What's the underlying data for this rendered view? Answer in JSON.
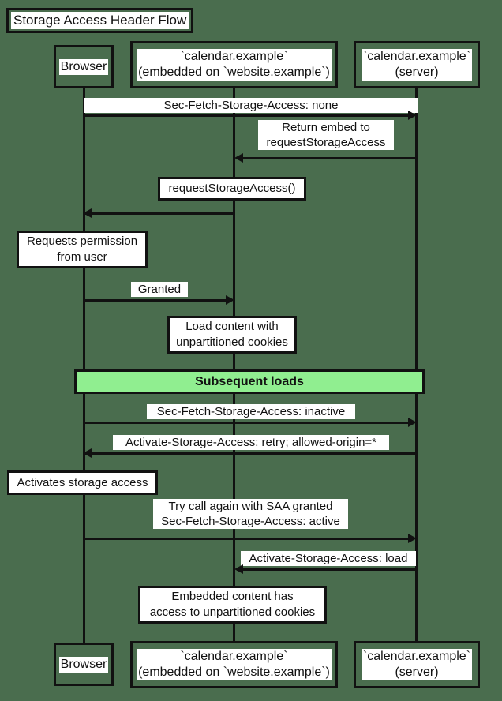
{
  "diagram": {
    "title": "Storage Access Header Flow",
    "background_color": "#4a6d4e",
    "accent_color": "#90ee90",
    "line_color": "#111111",
    "participants": [
      {
        "id": "browser",
        "label": "Browser"
      },
      {
        "id": "embed",
        "label": "`calendar.example`\n(embedded on `website.example`)"
      },
      {
        "id": "server",
        "label": "`calendar.example`\n(server)"
      }
    ],
    "messages": [
      {
        "id": "m1",
        "label": "Sec-Fetch-Storage-Access: none",
        "from": "embed",
        "to": "server",
        "direction": "right"
      },
      {
        "id": "m2",
        "label": "Return embed to\nrequestStorageAccess",
        "from": "server",
        "to": "embed",
        "direction": "left"
      },
      {
        "id": "m3",
        "label": "requestStorageAccess()",
        "from": "embed",
        "to": "browser",
        "direction": "left",
        "boxed": "true"
      },
      {
        "id": "m4",
        "label": "Granted",
        "from": "browser",
        "to": "embed",
        "direction": "right"
      },
      {
        "id": "m5",
        "label": "Sec-Fetch-Storage-Access: inactive",
        "from": "browser",
        "to": "server",
        "direction": "right"
      },
      {
        "id": "m6",
        "label": "Activate-Storage-Access: retry; allowed-origin=*",
        "from": "server",
        "to": "browser",
        "direction": "left"
      },
      {
        "id": "m7",
        "label": "Try call again with SAA granted\nSec-Fetch-Storage-Access: active",
        "from": "browser",
        "to": "server",
        "direction": "right"
      },
      {
        "id": "m8",
        "label": "Activate-Storage-Access: load",
        "from": "server",
        "to": "embed",
        "direction": "left"
      }
    ],
    "notes": [
      {
        "id": "n1",
        "label": "Requests permission\nfrom user",
        "over": "browser"
      },
      {
        "id": "n2",
        "label": "Load content with\nunpartitioned cookies",
        "over": "embed"
      },
      {
        "id": "n3",
        "label": "Activates storage access",
        "over": "browser"
      },
      {
        "id": "n4",
        "label": "Embedded content has\naccess to unpartitioned cookies",
        "over": "embed"
      }
    ],
    "dividers": [
      {
        "id": "d1",
        "label": "Subsequent loads",
        "color": "#90ee90"
      }
    ]
  }
}
